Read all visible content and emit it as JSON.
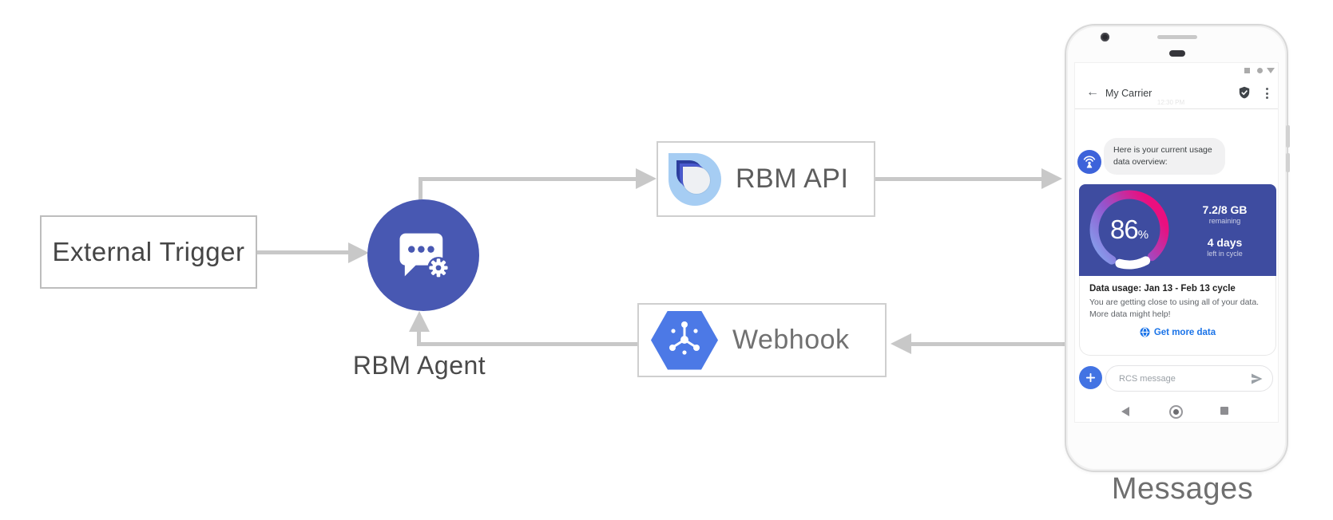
{
  "diagram": {
    "external_trigger_label": "External Trigger",
    "rbm_agent_label": "RBM Agent",
    "rbm_api_label": "RBM API",
    "webhook_label": "Webhook",
    "messages_caption": "Messages"
  },
  "phone": {
    "header": {
      "back_icon": "←",
      "title": "My Carrier",
      "timestamp": "12:30 PM"
    },
    "chat": {
      "agent_message": "Here is your current usage data overview:"
    },
    "usage_card": {
      "percent": "86",
      "percent_unit": "%",
      "remaining_value": "7.2/8 GB",
      "remaining_label": "remaining",
      "days_value": "4 days",
      "days_label": "left in cycle",
      "title": "Data usage: Jan 13 - Feb 13 cycle",
      "body_line1": "You are getting close to using all of your data.",
      "body_line2": "More data might help!",
      "action_label": "Get more data"
    },
    "composer": {
      "placeholder": "RCS message"
    }
  },
  "colors": {
    "connector_gray": "#c8c8c8",
    "agent_circle_blue": "#4858b2",
    "hexagon_blue": "#4c79e6",
    "card_blue": "#3e4ca0",
    "gauge_gradient": [
      "#83aaf0",
      "#9257cf",
      "#ea0f7f"
    ],
    "link_blue": "#1a73e8",
    "avatar_blue": "#3d63da"
  }
}
